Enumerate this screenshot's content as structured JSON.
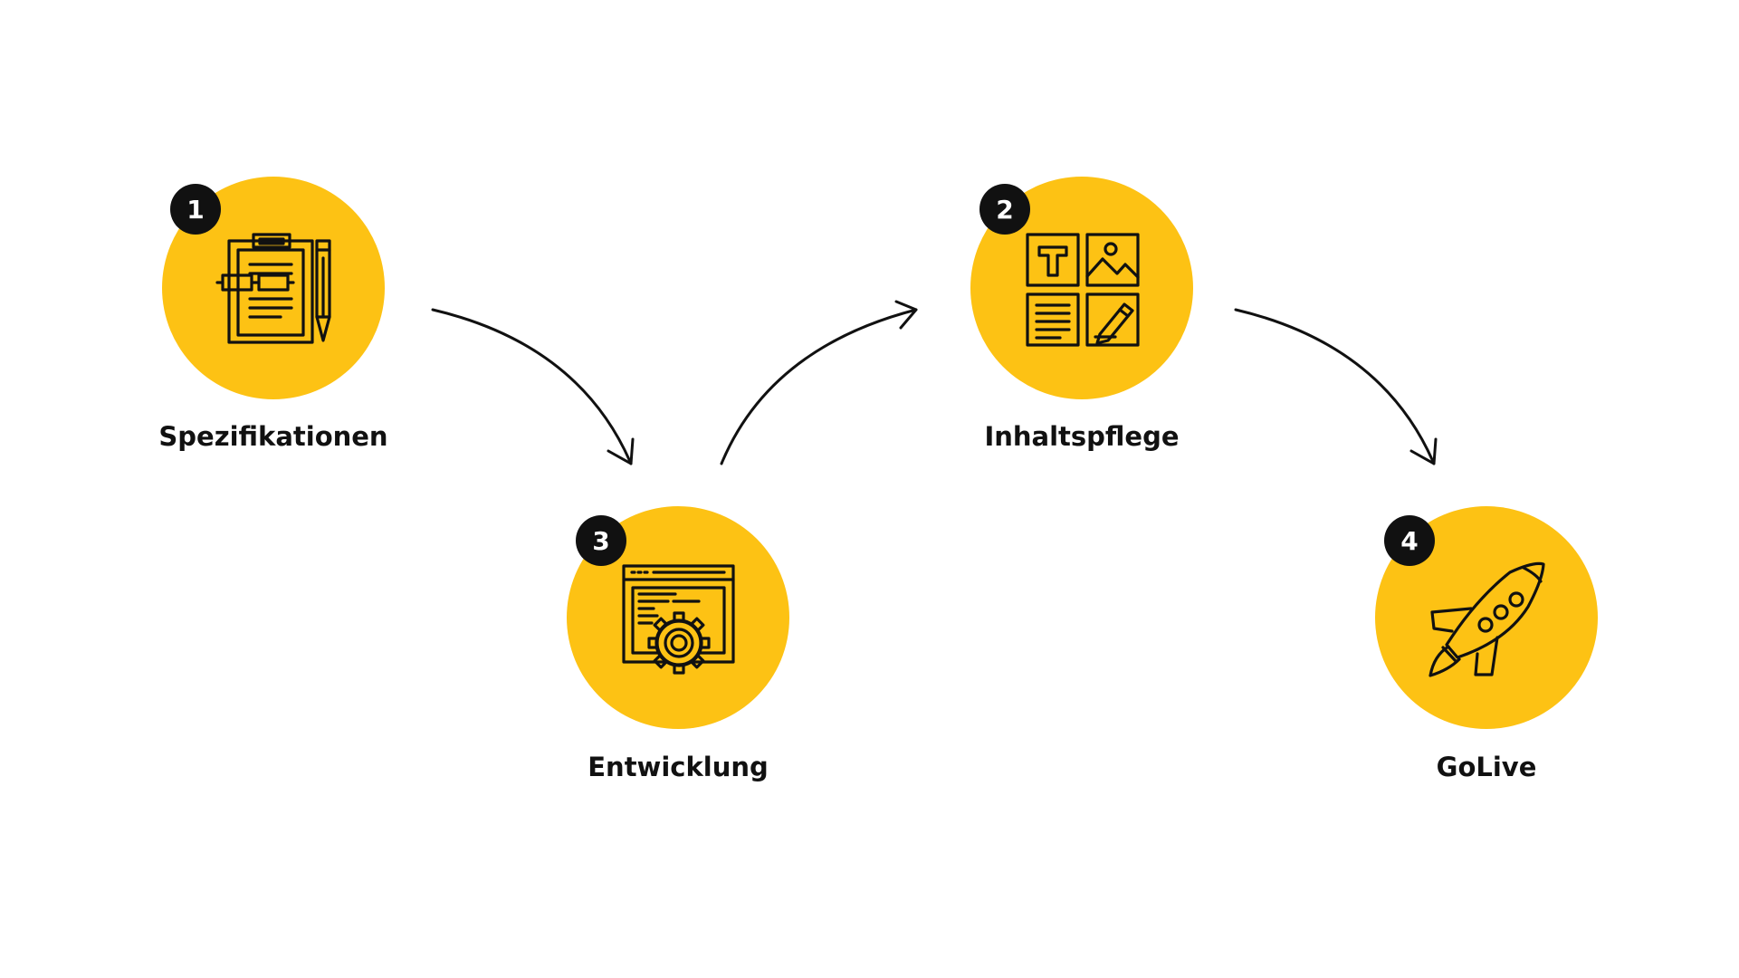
{
  "colors": {
    "circle": "#FDC214",
    "badge": "#111111",
    "badge_text": "#FFFFFF",
    "text": "#111111",
    "arrow": "#111111",
    "background": "#FFFFFF"
  },
  "steps": [
    {
      "number": "1",
      "label": "Spezifikationen",
      "icon": "clipboard-spec-icon"
    },
    {
      "number": "3",
      "label": "Entwicklung",
      "icon": "browser-gear-icon"
    },
    {
      "number": "2",
      "label": "Inhaltspflege",
      "icon": "content-grid-icon"
    },
    {
      "number": "4",
      "label": "GoLive",
      "icon": "rocket-icon"
    }
  ]
}
